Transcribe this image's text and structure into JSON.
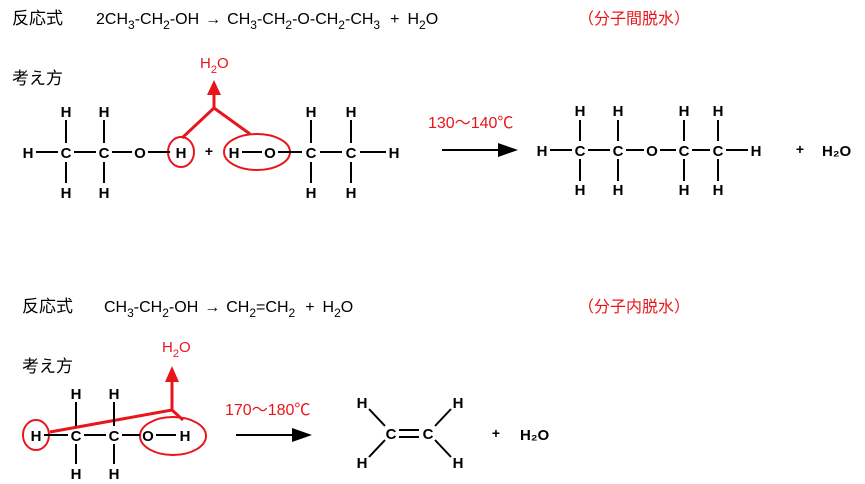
{
  "colors": {
    "text": "#000000",
    "accent": "#e8161b"
  },
  "section1": {
    "reaction_label": "反応式",
    "eq": {
      "reactant_coef": "2",
      "ch3": "CH",
      "s3": "3",
      "dash1": "-",
      "ch2": "CH",
      "s2": "2",
      "oh": "-OH",
      "arrow": "→",
      "p_ch3": "CH",
      "p_s3a": "3",
      "p_mid1": "-",
      "p_ch2a": "CH",
      "p_s2a": "2",
      "p_o": "-O-",
      "p_ch2b": "CH",
      "p_s2b": "2",
      "p_mid2": "-",
      "p_ch3b": "CH",
      "p_s3b": "3",
      "plus": "+",
      "h2o_h": "H",
      "h2o_2": "2",
      "h2o_o": "O"
    },
    "type_label": "（分子間脱水）",
    "think_label": "考え方",
    "removed_h": "H",
    "removed_2": "2",
    "removed_o": "O",
    "condition": "130～140℃",
    "atoms": {
      "H": "H",
      "C": "C",
      "O": "O"
    },
    "plus": "+",
    "product_h2o": "H₂O"
  },
  "section2": {
    "reaction_label": "反応式",
    "eq": {
      "ch3": "CH",
      "s3": "3",
      "dash1": "-",
      "ch2": "CH",
      "s2": "2",
      "oh": "-OH",
      "arrow": "→",
      "p1": "CH",
      "p1s": "2",
      "dbl": "=",
      "p2": "CH",
      "p2s": "2",
      "plus": "+",
      "h2o_h": "H",
      "h2o_2": "2",
      "h2o_o": "O"
    },
    "type_label": "（分子内脱水）",
    "think_label": "考え方",
    "removed_h": "H",
    "removed_2": "2",
    "removed_o": "O",
    "condition": "170～180℃",
    "atoms": {
      "H": "H",
      "C": "C",
      "O": "O"
    },
    "plus": "+",
    "product_h2o": "H₂O"
  }
}
